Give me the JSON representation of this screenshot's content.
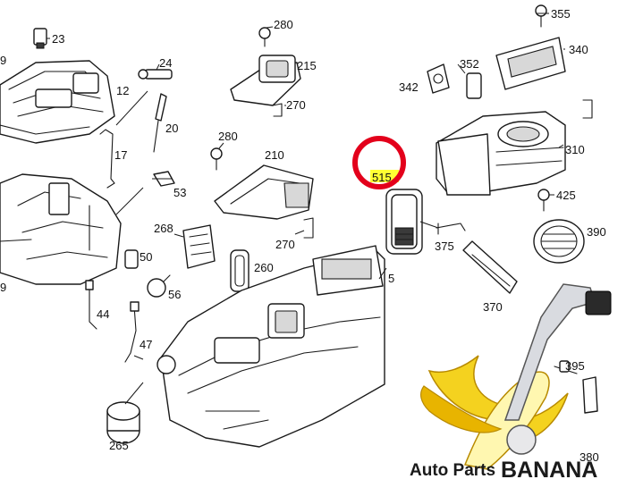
{
  "diagram": {
    "part_labels": [
      {
        "id": "p23",
        "text": "23"
      },
      {
        "id": "p24",
        "text": "24"
      },
      {
        "id": "p12",
        "text": "12"
      },
      {
        "id": "p20",
        "text": "20"
      },
      {
        "id": "p17",
        "text": "17"
      },
      {
        "id": "p53",
        "text": "53"
      },
      {
        "id": "p280a",
        "text": "280"
      },
      {
        "id": "p215",
        "text": "215"
      },
      {
        "id": "p270a",
        "text": "270"
      },
      {
        "id": "p280b",
        "text": "280"
      },
      {
        "id": "p210",
        "text": "210"
      },
      {
        "id": "p268",
        "text": "268"
      },
      {
        "id": "p270b",
        "text": "270"
      },
      {
        "id": "p260",
        "text": "260"
      },
      {
        "id": "p50",
        "text": "50"
      },
      {
        "id": "p56",
        "text": "56"
      },
      {
        "id": "p44",
        "text": "44"
      },
      {
        "id": "p47",
        "text": "47"
      },
      {
        "id": "p265",
        "text": "265"
      },
      {
        "id": "p5",
        "text": "5"
      },
      {
        "id": "p515",
        "text": "515"
      },
      {
        "id": "p375",
        "text": "375"
      },
      {
        "id": "p370",
        "text": "370"
      },
      {
        "id": "p355",
        "text": "355"
      },
      {
        "id": "p340",
        "text": "340"
      },
      {
        "id": "p352",
        "text": "352"
      },
      {
        "id": "p342",
        "text": "342"
      },
      {
        "id": "p310",
        "text": "310"
      },
      {
        "id": "p425",
        "text": "425"
      },
      {
        "id": "p390",
        "text": "390"
      },
      {
        "id": "p395",
        "text": "395"
      },
      {
        "id": "p380",
        "text": "380"
      },
      {
        "id": "p9a",
        "text": "9"
      },
      {
        "id": "p9b",
        "text": "9"
      }
    ],
    "highlight": {
      "label": "515",
      "circle_color": "#e3001b",
      "marker_color": "#ffff33"
    }
  },
  "watermark": {
    "text_left": "Auto Parts",
    "text_right": "BANANA",
    "banana_color": "#f4d21f",
    "banana_dark": "#e0a800"
  }
}
